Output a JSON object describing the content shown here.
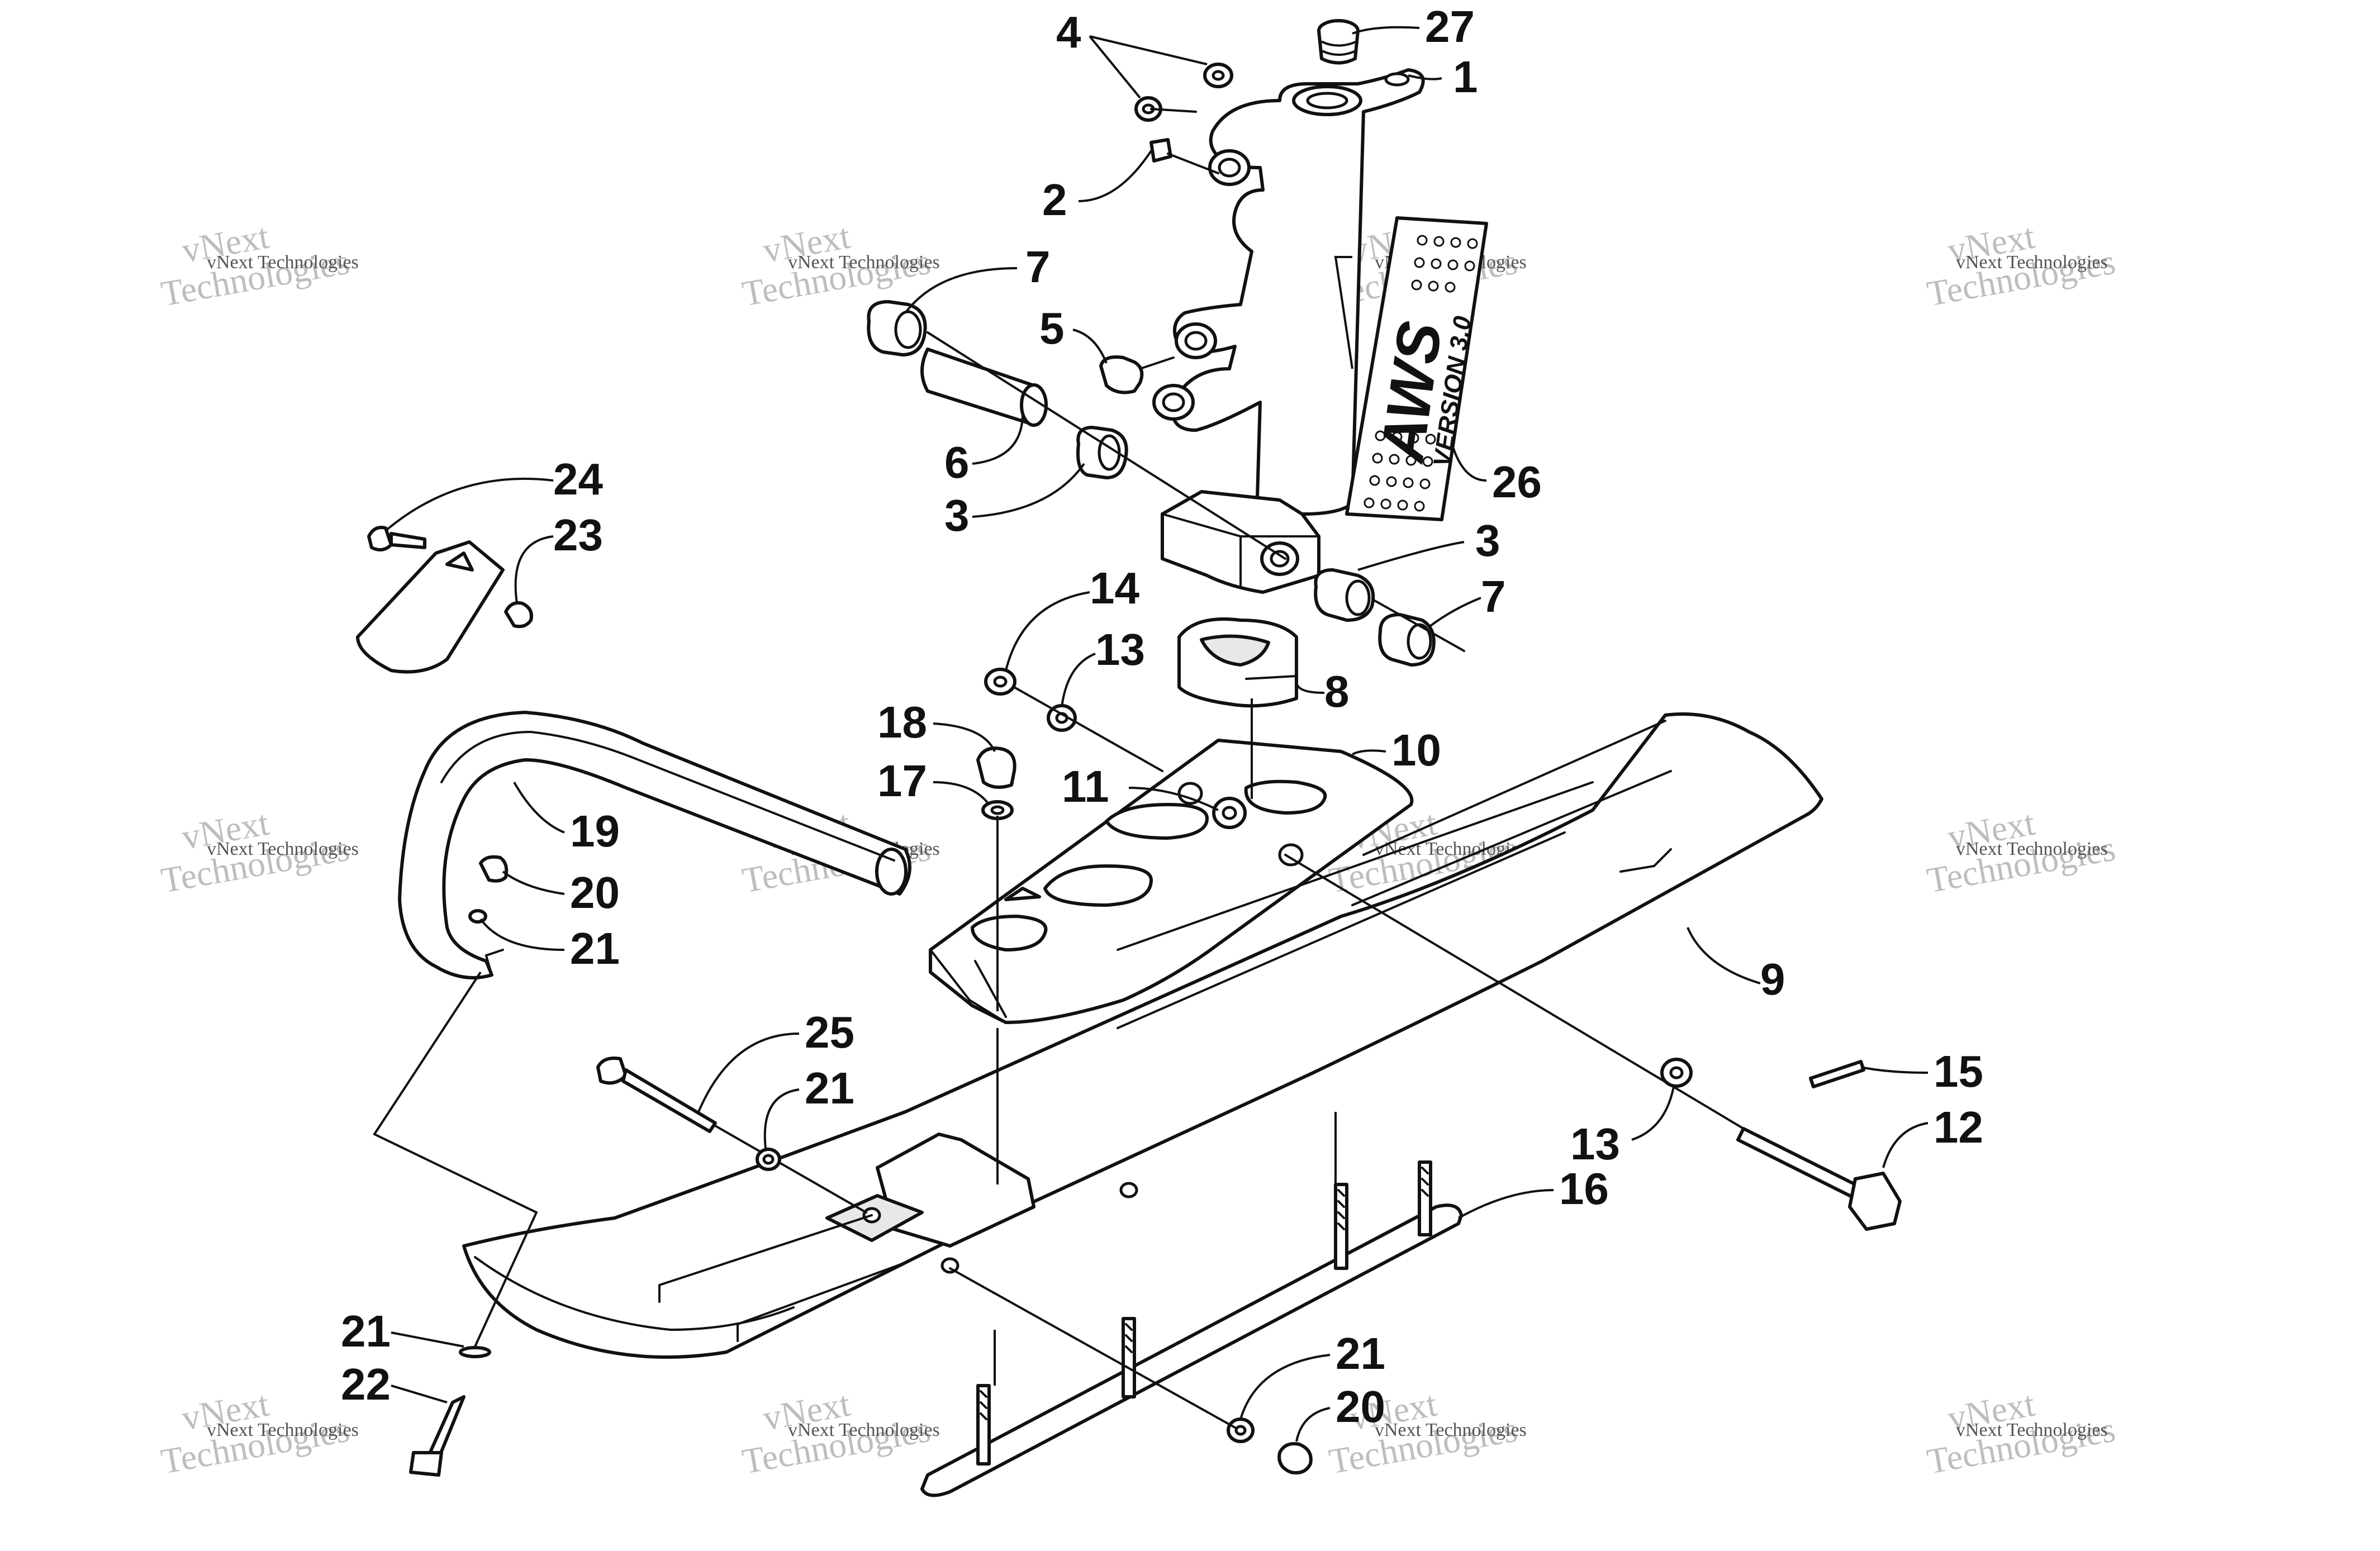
{
  "diagram": {
    "callouts": [
      {
        "id": "c1",
        "label": "1"
      },
      {
        "id": "c2",
        "label": "2"
      },
      {
        "id": "c3a",
        "label": "3"
      },
      {
        "id": "c3b",
        "label": "3"
      },
      {
        "id": "c4",
        "label": "4"
      },
      {
        "id": "c5",
        "label": "5"
      },
      {
        "id": "c6",
        "label": "6"
      },
      {
        "id": "c7a",
        "label": "7"
      },
      {
        "id": "c7b",
        "label": "7"
      },
      {
        "id": "c8",
        "label": "8"
      },
      {
        "id": "c9",
        "label": "9"
      },
      {
        "id": "c10",
        "label": "10"
      },
      {
        "id": "c11",
        "label": "11"
      },
      {
        "id": "c12",
        "label": "12"
      },
      {
        "id": "c13a",
        "label": "13"
      },
      {
        "id": "c13b",
        "label": "13"
      },
      {
        "id": "c14",
        "label": "14"
      },
      {
        "id": "c15",
        "label": "15"
      },
      {
        "id": "c16",
        "label": "16"
      },
      {
        "id": "c17",
        "label": "17"
      },
      {
        "id": "c18",
        "label": "18"
      },
      {
        "id": "c19",
        "label": "19"
      },
      {
        "id": "c20a",
        "label": "20"
      },
      {
        "id": "c20b",
        "label": "20"
      },
      {
        "id": "c21a",
        "label": "21"
      },
      {
        "id": "c21b",
        "label": "21"
      },
      {
        "id": "c21c",
        "label": "21"
      },
      {
        "id": "c21d",
        "label": "21"
      },
      {
        "id": "c22",
        "label": "22"
      },
      {
        "id": "c23",
        "label": "23"
      },
      {
        "id": "c24",
        "label": "24"
      },
      {
        "id": "c25",
        "label": "25"
      },
      {
        "id": "c26",
        "label": "26"
      },
      {
        "id": "c27",
        "label": "27"
      }
    ],
    "decal": {
      "brand": "AWS",
      "version": "VERSION 3.0"
    },
    "watermark": {
      "line1": "vNext",
      "line2": "Technologies",
      "small": "vNext Technologies"
    }
  }
}
